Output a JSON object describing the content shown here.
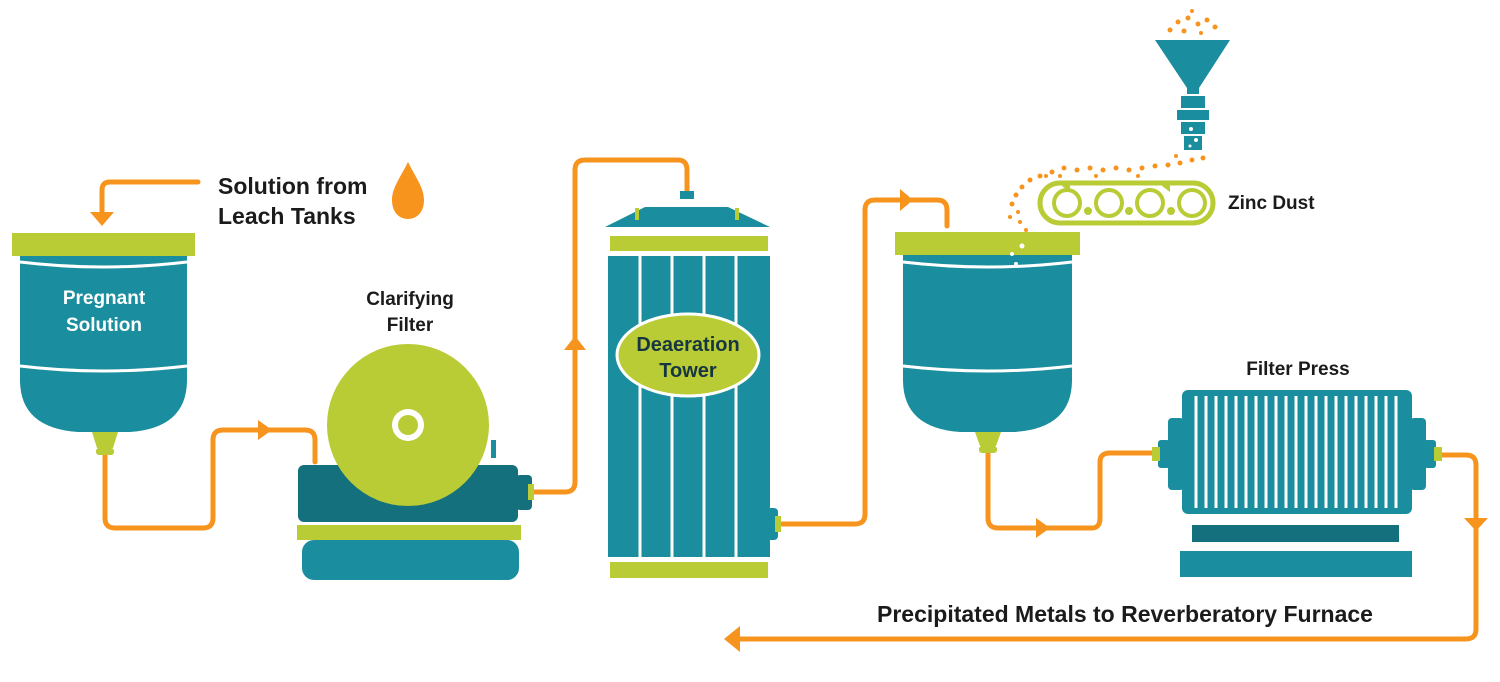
{
  "labels": {
    "leach_line1": "Solution from",
    "leach_line2": "Leach Tanks",
    "pregnant_line1": "Pregnant",
    "pregnant_line2": "Solution",
    "clarifying_line1": "Clarifying",
    "clarifying_line2": "Filter",
    "tower_line1": "Deaeration",
    "tower_line2": "Tower",
    "zinc": "Zinc Dust",
    "filter_press": "Filter Press",
    "output": "Precipitated Metals to Reverberatory Furnace"
  },
  "colors": {
    "teal": "#1a8e9e",
    "teal_dark": "#15707e",
    "lime": "#b9cb35",
    "orange": "#f7941d",
    "white": "#ffffff"
  },
  "icons": [
    "droplet-icon",
    "funnel-icon",
    "conveyor-icon",
    "flow-arrow-icon"
  ]
}
